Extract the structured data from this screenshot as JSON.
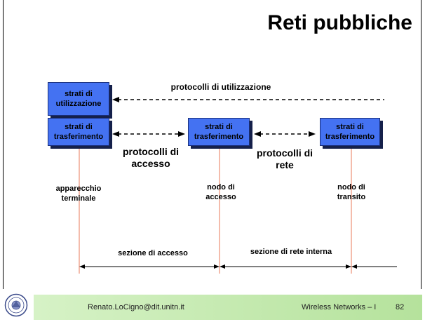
{
  "slide": {
    "title": "Reti pubbliche"
  },
  "diagram": {
    "boxes": {
      "utilizzazione": "strati di\nutilizzazione",
      "trasferimento_terminale": "strati di\ntrasferimento",
      "trasferimento_accesso": "strati di\ntrasferimento",
      "trasferimento_transito": "strati di\ntrasferimento"
    },
    "protocols": {
      "utilizzazione": "protocolli di utilizzazione",
      "accesso": "protocolli di\naccesso",
      "rete": "protocolli di\nrete"
    },
    "nodes": {
      "terminale": "apparecchio\nterminale",
      "accesso": "nodo  di\naccesso",
      "transito": "nodo di\ntransito"
    },
    "sections": {
      "accesso": "sezione di accesso",
      "rete_interna": "sezione di rete interna"
    },
    "colors": {
      "box_fill": "#4472f2",
      "vertical_line": "#e8785a",
      "footer_gradient_start": "#d6f2c6",
      "footer_gradient_end": "#b5e29c"
    }
  },
  "footer": {
    "email": "Renato.LoCigno@dit.unitn.it",
    "course": "Wireless Networks – I",
    "page": "82",
    "logo_icon": "university-seal-icon"
  }
}
